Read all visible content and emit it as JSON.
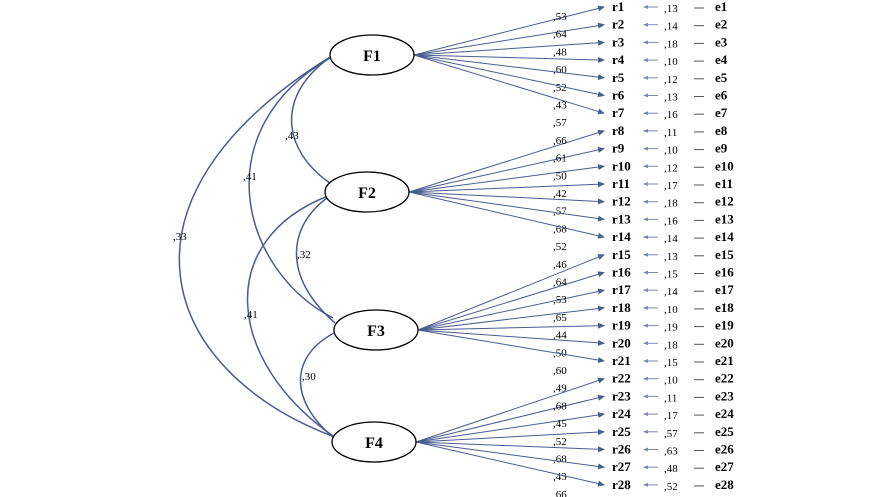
{
  "factors": [
    "F1",
    "F2",
    "F3",
    "F4"
  ],
  "indicators": [
    {
      "r": "r1",
      "factor": 0,
      "loading": ",53",
      "error_value": ",13",
      "e": "e1"
    },
    {
      "r": "r2",
      "factor": 0,
      "loading": ",64",
      "error_value": ",14",
      "e": "e2"
    },
    {
      "r": "r3",
      "factor": 0,
      "loading": ",48",
      "error_value": ",18",
      "e": "e3"
    },
    {
      "r": "r4",
      "factor": 0,
      "loading": ",60",
      "error_value": ",10",
      "e": "e4"
    },
    {
      "r": "r5",
      "factor": 0,
      "loading": ",52",
      "error_value": ",12",
      "e": "e5"
    },
    {
      "r": "r6",
      "factor": 0,
      "loading": ",43",
      "error_value": ",13",
      "e": "e6"
    },
    {
      "r": "r7",
      "factor": 0,
      "loading": ",57",
      "error_value": ",16",
      "e": "e7"
    },
    {
      "r": "r8",
      "factor": 1,
      "loading": ",66",
      "error_value": ",11",
      "e": "e8"
    },
    {
      "r": "r9",
      "factor": 1,
      "loading": ",61",
      "error_value": ",10",
      "e": "e9"
    },
    {
      "r": "r10",
      "factor": 1,
      "loading": ",50",
      "error_value": ",12",
      "e": "e10"
    },
    {
      "r": "r11",
      "factor": 1,
      "loading": ",42",
      "error_value": ",17",
      "e": "e11"
    },
    {
      "r": "r12",
      "factor": 1,
      "loading": ",57",
      "error_value": ",18",
      "e": "e12"
    },
    {
      "r": "r13",
      "factor": 1,
      "loading": ",68",
      "error_value": ",16",
      "e": "e13"
    },
    {
      "r": "r14",
      "factor": 1,
      "loading": ",52",
      "error_value": ",14",
      "e": "e14"
    },
    {
      "r": "r15",
      "factor": 2,
      "loading": ",46",
      "error_value": ",13",
      "e": "e15"
    },
    {
      "r": "r16",
      "factor": 2,
      "loading": ",64",
      "error_value": ",15",
      "e": "e16"
    },
    {
      "r": "r17",
      "factor": 2,
      "loading": ",53",
      "error_value": ",14",
      "e": "e17"
    },
    {
      "r": "r18",
      "factor": 2,
      "loading": ",65",
      "error_value": ",10",
      "e": "e18"
    },
    {
      "r": "r19",
      "factor": 2,
      "loading": ",44",
      "error_value": ",19",
      "e": "e19"
    },
    {
      "r": "r20",
      "factor": 2,
      "loading": ",50",
      "error_value": ",18",
      "e": "e20"
    },
    {
      "r": "r21",
      "factor": 2,
      "loading": ",60",
      "error_value": ",15",
      "e": "e21"
    },
    {
      "r": "r22",
      "factor": 3,
      "loading": ",49",
      "error_value": ",10",
      "e": "e22"
    },
    {
      "r": "r23",
      "factor": 3,
      "loading": ",68",
      "error_value": ",11",
      "e": "e23"
    },
    {
      "r": "r24",
      "factor": 3,
      "loading": ",45",
      "error_value": ",17",
      "e": "e24"
    },
    {
      "r": "r25",
      "factor": 3,
      "loading": ",52",
      "error_value": ",57",
      "e": "e25"
    },
    {
      "r": "r26",
      "factor": 3,
      "loading": ",68",
      "error_value": ",63",
      "e": "e26"
    },
    {
      "r": "r27",
      "factor": 3,
      "loading": ",43",
      "error_value": ",48",
      "e": "e27"
    },
    {
      "r": "r28",
      "factor": 3,
      "loading": ",66",
      "error_value": ",52",
      "e": "e28"
    }
  ],
  "correlations": [
    {
      "from": 0,
      "to": 1,
      "value": ",43"
    },
    {
      "from": 0,
      "to": 2,
      "value": ",41"
    },
    {
      "from": 0,
      "to": 3,
      "value": ",33"
    },
    {
      "from": 1,
      "to": 2,
      "value": ",32"
    },
    {
      "from": 1,
      "to": 3,
      "value": ",41"
    },
    {
      "from": 2,
      "to": 3,
      "value": ",30"
    }
  ],
  "colors": {
    "path_line": "#4a5d8f",
    "ellipse_stroke": "#000000",
    "text": "#000000"
  }
}
